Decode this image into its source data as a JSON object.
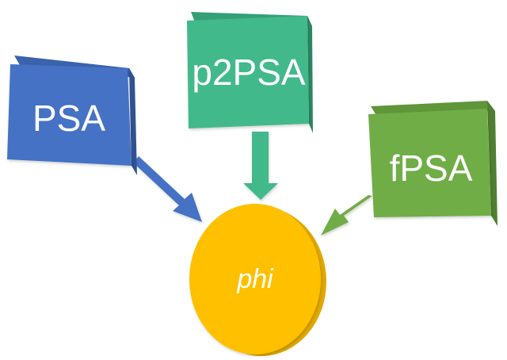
{
  "nodes": {
    "psa": {
      "label": "PSA"
    },
    "p2psa": {
      "label": "p2PSA"
    },
    "fpsa": {
      "label": "fPSA"
    },
    "phi": {
      "label": "phi"
    }
  },
  "colors": {
    "psa": "#4472C4",
    "p2psa": "#42B98B",
    "fpsa": "#70AD47",
    "phi": "#FFC000"
  }
}
